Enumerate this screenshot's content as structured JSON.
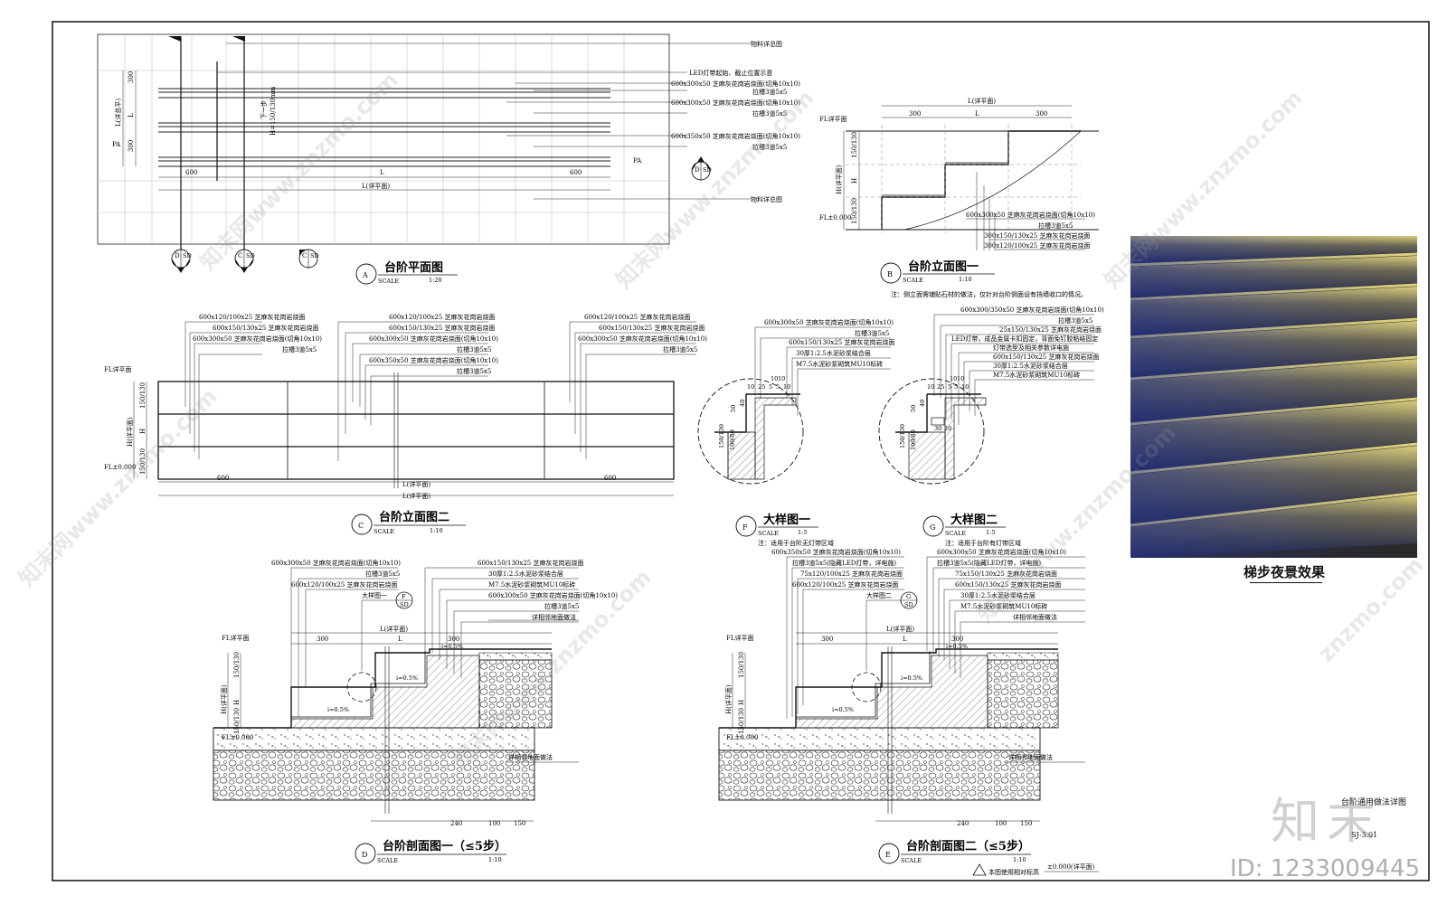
{
  "views": {
    "A": {
      "letter": "A",
      "title": "台阶平面图",
      "scale_word": "SCALE",
      "scale": "1:20"
    },
    "B": {
      "letter": "B",
      "title": "台阶立面图一",
      "scale_word": "SCALE",
      "scale": "1:10"
    },
    "C": {
      "letter": "C",
      "title": "台阶立面图二",
      "scale_word": "SCALE",
      "scale": "1:10"
    },
    "D": {
      "letter": "D",
      "title": "台阶剖面图一（≤5步）",
      "scale_word": "SCALE",
      "scale": "1:10"
    },
    "E": {
      "letter": "E",
      "title": "台阶剖面图二（≤5步）",
      "scale_word": "SCALE",
      "scale": "1:10"
    },
    "F": {
      "letter": "F",
      "title": "大样图一",
      "scale_word": "SCALE",
      "scale": "1:5",
      "note": "注：适用于台阶无灯带区域"
    },
    "G": {
      "letter": "G",
      "title": "大样图二",
      "scale_word": "SCALE",
      "scale": "1:5",
      "note": "注：适用于台阶有灯带区域"
    }
  },
  "plan": {
    "labels": [
      "物料详总图",
      "LED灯带起始、截止位置示意",
      "600x300x50 芝麻灰花岗岩烧面(切角10x10)",
      "拉槽3道5x5",
      "600x300x50 芝麻灰花岗岩烧面(切角10x10)",
      "拉槽3道5x5",
      "600x350x50 芝麻灰花岗岩烧面(切角10x10)",
      "拉槽3道5x5",
      "物料详总图"
    ],
    "dims": {
      "side_left": "600",
      "mid": "L",
      "side_right": "600",
      "total": "L(详平面)",
      "v1": "300",
      "v2": "L",
      "v3": "300",
      "vtotal": "L(详总平)",
      "pa_left": "PA",
      "pa_right": "PA",
      "step_note": "下一步",
      "step_h": "H=150/130mm"
    },
    "refs": [
      "D",
      "C",
      "C",
      "D"
    ],
    "ref_sub": "SD",
    "ref_dash": "-"
  },
  "elev1": {
    "labels": [
      "600x300x50 芝麻灰花岗岩烧面(切角10x10)",
      "拉槽3道5x5",
      "300x150/130x25 芝麻灰花岗岩烧面",
      "300x120/100x25 芝麻灰花岗岩烧面"
    ],
    "dims": {
      "top": "L(详平面)",
      "d1": "300",
      "d2": "L",
      "d3": "300",
      "h1": "150/130",
      "h2": "H",
      "h3": "150/130",
      "htotal": "H(详平面)"
    },
    "fl_top": "FL详平面",
    "fl_bot": "FL±0.000",
    "note": "注：侧立面需铺贴石材的做法，仅针对台阶侧面设有挡墙收口的情况。"
  },
  "elev2": {
    "groups": [
      [
        "600x120/100x25 芝麻灰花岗岩烧面",
        "600x150/130x25 芝麻灰花岗岩烧面",
        "600x300x50 芝麻灰花岗岩烧面(切角10x10)",
        "拉槽3道5x5"
      ],
      [
        "600x120/100x25 芝麻灰花岗岩烧面",
        "600x150/130x25 芝麻灰花岗岩烧面",
        "600x300x50 芝麻灰花岗岩烧面(切角10x10)",
        "拉槽3道5x5",
        "600x350x50 芝麻灰花岗岩烧面(切角10x10)",
        "拉槽3道5x5"
      ],
      [
        "600x120/100x25 芝麻灰花岗岩烧面",
        "600x150/130x25 芝麻灰花岗岩烧面",
        "600x300x50 芝麻灰花岗岩烧面(切角10x10)",
        "拉槽3道5x5"
      ]
    ],
    "dims": {
      "left": "600",
      "mid": "L(详平面)",
      "right": "600",
      "total": "L(详平面)",
      "h1": "150/130",
      "h2": "H",
      "h3": "150/130",
      "htotal": "H(详平面)"
    },
    "fl_top": "FL详平面",
    "fl_bot": "FL±0.000"
  },
  "detailF": {
    "labels": [
      "600x300x50 芝麻灰花岗岩烧面(切角10x10)",
      "拉槽3道5x5",
      "600x150/130x25 芝麻灰花岗岩烧面",
      "30厚1:2.5水泥砂浆结合层",
      "M7.5水泥砂浆砌筑MU10标砖"
    ],
    "dims": {
      "a": "10",
      "b": "10",
      "c": "25",
      "d": "5",
      "e": "5",
      "f": "10",
      "g": "10",
      "h1": "40",
      "h2": "50",
      "h3": "150/130",
      "h4": "100/80"
    }
  },
  "detailG": {
    "labels": [
      "600x300/350x50 芝麻灰花岗岩烧面(切角10x10)",
      "拉槽3道5x5",
      "25x150/130x25 芝麻灰花岗岩烧面",
      "LED灯带，成品金属卡扣固定，背面免钉胶粘结固定",
      "灯带选型及相关参数详电施",
      "600x150/130x25 芝麻灰花岗岩烧面",
      "30厚1:2.5水泥砂浆结合层",
      "M7.5水泥砂浆砌筑MU10标砖"
    ],
    "dims": {
      "a": "10",
      "b": "10",
      "c": "25",
      "d": "5",
      "e": "5",
      "f": "10",
      "g": "10",
      "h1": "40",
      "h2": "50",
      "h3": "150/130",
      "h4": "100/80",
      "i": "30",
      "j": "20"
    }
  },
  "sectionD": {
    "labels": [
      "600x300x50 芝麻灰花岗岩烧面(切角10x10)",
      "拉槽3道5x5",
      "600x120/100x25 芝麻灰花岗岩烧面",
      "大样图一",
      "600x150/130x25 芝麻灰花岗岩烧面",
      "30厚1:2.5水泥砂浆结合层",
      "M7.5水泥砂浆砌筑MU10标砖",
      "600x300x50 芝麻灰花岗岩烧面(切角10x10)",
      "拉槽3道5x5",
      "详相邻地面做法",
      "详相邻地面做法"
    ],
    "dims": {
      "top": "L(详平面)",
      "d1": "300",
      "d2": "L",
      "d3": "300",
      "h1": "150/130",
      "h2": "H",
      "h3": "150/130",
      "htotal": "H(详平面)",
      "b1": "240",
      "b2": "100",
      "b3": "150",
      "slope1": "i=0.5%",
      "slope2": "i=0.5%",
      "slope3": "i=0.5%"
    },
    "fl_top": "FL详平面",
    "fl_bot": "FL±0.000",
    "ref_letter": "F",
    "ref_sub": "SD"
  },
  "sectionE": {
    "labels": [
      "600x350x50 芝麻灰花岗岩烧面(切角10x10)",
      "拉槽3道5x5(隐藏LED灯带，详电施)",
      "75x120/100x25 芝麻灰花岗岩烧面",
      "600x120/100x25 芝麻灰花岗岩烧面",
      "大样图二",
      "600x300x50 芝麻灰花岗岩烧面(切角10x10)",
      "拉槽3道5x5(隐藏LED灯带，详电施)",
      "75x150/130x25 芝麻灰花岗岩烧面",
      "600x150/130x25 芝麻灰花岗岩烧面",
      "30厚1:2.5水泥砂浆结合层",
      "M7.5水泥砂浆砌筑MU10标砖",
      "详相邻地面做法",
      "详相邻地面做法"
    ],
    "dims": {
      "top": "L(详平面)",
      "d1": "300",
      "d2": "L",
      "d3": "300",
      "h1": "150/130",
      "h2": "H",
      "h3": "150/130",
      "htotal": "H(详平面)",
      "b1": "240",
      "b2": "100",
      "b3": "150",
      "slope1": "i=0.5%",
      "slope2": "i=0.5%",
      "slope3": "i=0.5%"
    },
    "fl_top": "FL详平面",
    "fl_bot": "FL±0.000",
    "ref_letter": "G",
    "ref_sub": "SD",
    "foot_note": "本图使用相对标高",
    "foot_level": "±0.000(详平面)"
  },
  "photo": {
    "caption": "梯步夜景效果"
  },
  "sheet": {
    "name": "台阶通用做法详图",
    "number": "SJ-3.01"
  },
  "branding": {
    "logo": "知末",
    "id": "ID: 1233009445",
    "watermark": "znzmo.com",
    "watermark_cn": "知末网www.znzmo.com"
  }
}
